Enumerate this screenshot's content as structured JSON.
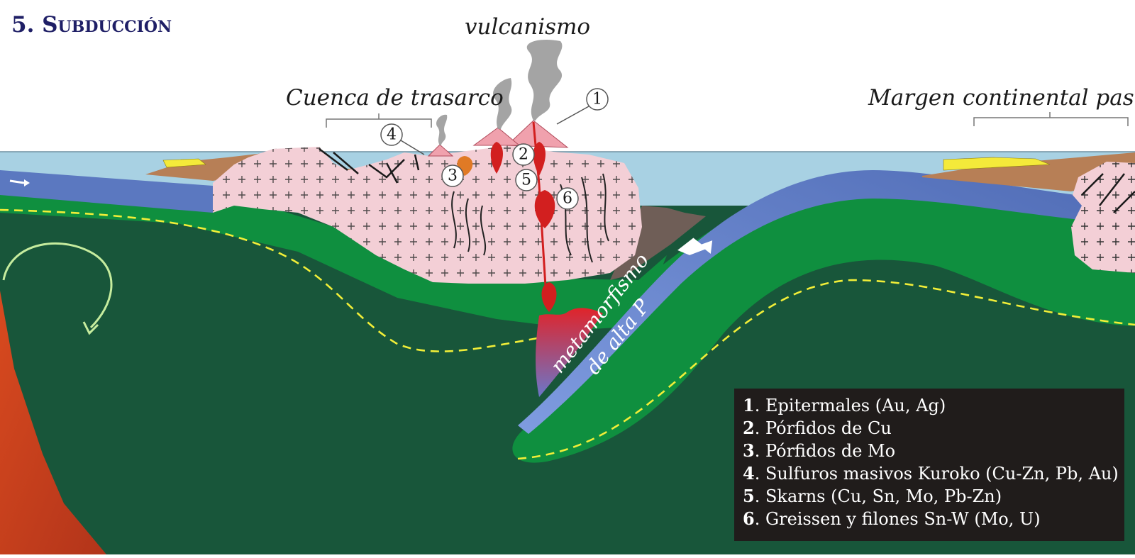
{
  "title": {
    "number": "5. ",
    "word": "Subducción"
  },
  "labels": {
    "volcanism": "vulcanismo",
    "backarc": "Cuenca de trasarco",
    "passive_margin": "Margen continental pasivo",
    "hp_metamorphism_1": "metamorfismo",
    "hp_metamorphism_2": "de alta P"
  },
  "markers": [
    "1",
    "2",
    "3",
    "4",
    "5",
    "6"
  ],
  "legend": [
    {
      "num": "1",
      "text": ". Epitermales (Au, Ag)"
    },
    {
      "num": "2",
      "text": ". Pórfidos de Cu"
    },
    {
      "num": "3",
      "text": ". Pórfidos de Mo"
    },
    {
      "num": "4",
      "text": ". Sulfuros masivos Kuroko (Cu-Zn, Pb, Au)"
    },
    {
      "num": "5",
      "text": ". Skarns (Cu, Sn, Mo, Pb-Zn)"
    },
    {
      "num": "6",
      "text": ". Greissen y filones Sn-W (Mo, U)"
    }
  ],
  "colors": {
    "title": "#1f1f66",
    "sky": "#ffffff",
    "sea": "#a8d1e3",
    "mantle_deep": "#18563a",
    "asthenosphere": "#0f8f3f",
    "oceanic_crust": "#5b78c0",
    "continental_crust": "#f3cfd6",
    "sediment": "#b77f56",
    "limestone": "#f4ea3a",
    "magma": "#d21f1f",
    "dashed_line": "#f1ee38",
    "legend_bg": "#201c1b"
  }
}
